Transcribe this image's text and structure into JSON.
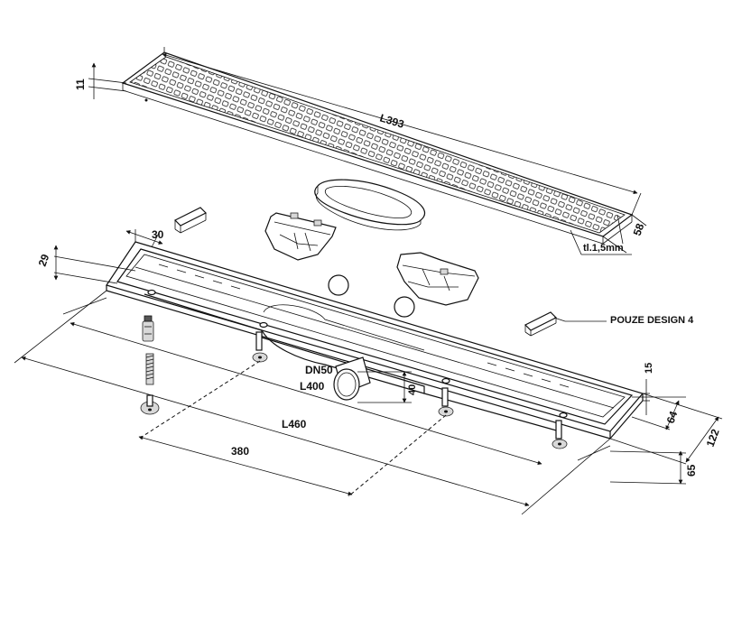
{
  "dimensions": {
    "grate_height": "11",
    "grate_length": "L393",
    "grate_width": "58",
    "grate_thickness": "tl.1,5mm",
    "channel_rim": "30",
    "channel_inner": "29",
    "outlet": "DN50",
    "channel_length_inner": "L400",
    "outlet_height": "40",
    "channel_length_total": "L460",
    "feet_spacing": "380",
    "flange_height": "15",
    "channel_width": "64",
    "total_width": "122",
    "min_height": "65"
  },
  "labels": {
    "frame_label": "POUZE DESIGN 4"
  }
}
